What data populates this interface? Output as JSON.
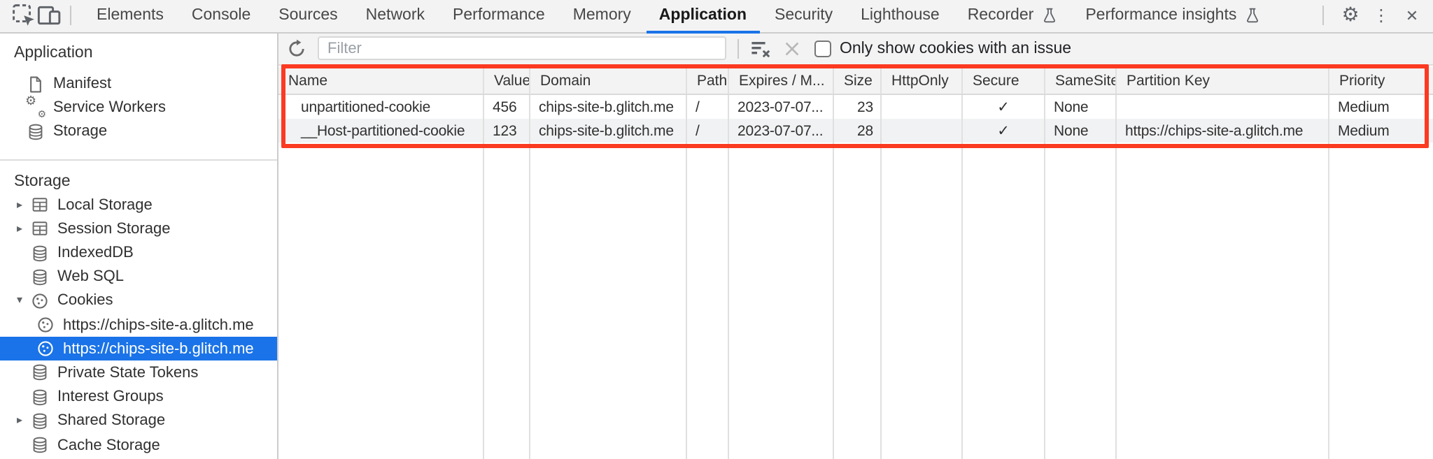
{
  "colors": {
    "accent": "#1a73e8",
    "annotation": "#fb3a22",
    "sidebar_selection": "#1a73e8",
    "toolbar_bg": "#f3f3f4"
  },
  "tabbar": {
    "selected": "Application",
    "tabs": [
      {
        "label": "Elements"
      },
      {
        "label": "Console"
      },
      {
        "label": "Sources"
      },
      {
        "label": "Network"
      },
      {
        "label": "Performance"
      },
      {
        "label": "Memory"
      },
      {
        "label": "Application",
        "selected": true
      },
      {
        "label": "Security"
      },
      {
        "label": "Lighthouse"
      },
      {
        "label": "Recorder",
        "flask": true
      },
      {
        "label": "Performance insights",
        "flask": true
      }
    ]
  },
  "sidebar": {
    "section1_title": "Application",
    "app_items": [
      {
        "label": "Manifest",
        "icon": "file-icon"
      },
      {
        "label": "Service Workers",
        "icon": "service-workers-gears-icon"
      },
      {
        "label": "Storage",
        "icon": "database-icon"
      }
    ],
    "section2_title": "Storage",
    "storage_items": [
      {
        "label": "Local Storage",
        "icon": "table-icon",
        "chevron": "collapsed"
      },
      {
        "label": "Session Storage",
        "icon": "table-icon",
        "chevron": "collapsed"
      },
      {
        "label": "IndexedDB",
        "icon": "database-icon"
      },
      {
        "label": "Web SQL",
        "icon": "database-icon"
      },
      {
        "label": "Cookies",
        "icon": "cookie-icon",
        "chevron": "expanded"
      },
      {
        "label": "https://chips-site-a.glitch.me",
        "icon": "cookie-icon",
        "child": true
      },
      {
        "label": "https://chips-site-b.glitch.me",
        "icon": "cookie-icon",
        "child": true,
        "selected": true
      },
      {
        "label": "Private State Tokens",
        "icon": "database-icon"
      },
      {
        "label": "Interest Groups",
        "icon": "database-icon"
      },
      {
        "label": "Shared Storage",
        "icon": "database-icon",
        "chevron": "collapsed"
      },
      {
        "label": "Cache Storage",
        "icon": "database-icon"
      }
    ]
  },
  "toolbar": {
    "filter_placeholder": "Filter",
    "filter_value": "",
    "checkbox_label": "Only show cookies with an issue",
    "checkbox_checked": false,
    "icons": [
      "refresh-icon",
      "clear-filter-icon",
      "clear-icon",
      "checkbox"
    ]
  },
  "cookie_table": {
    "columns": [
      "Name",
      "Value",
      "Domain",
      "Path",
      "Expires / M...",
      "Size",
      "HttpOnly",
      "Secure",
      "SameSite",
      "Partition Key",
      "Priority"
    ],
    "rows": [
      [
        "unpartitioned-cookie",
        "456",
        "chips-site-b.glitch.me",
        "/",
        "2023-07-07...",
        "23",
        "",
        "✓",
        "None",
        "",
        "Medium"
      ],
      [
        "__Host-partitioned-cookie",
        "123",
        "chips-site-b.glitch.me",
        "/",
        "2023-07-07...",
        "28",
        "",
        "✓",
        "None",
        "https://chips-site-a.glitch.me",
        "Medium"
      ]
    ],
    "annotation": "red highlight rectangle around header and both cookie rows"
  }
}
